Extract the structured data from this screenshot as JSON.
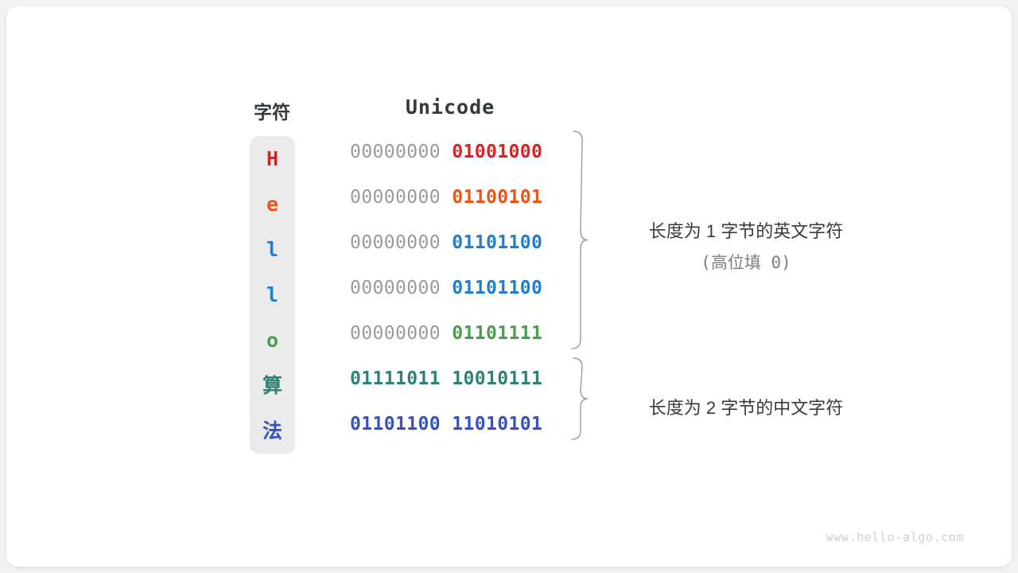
{
  "headers": {
    "char": "字符",
    "unicode": "Unicode"
  },
  "colors": {
    "page_background": "#f2f2f2",
    "card_background": "#ffffff",
    "char_column_background": "#ebebeb",
    "padding_byte": "#9a9a9a",
    "brace": "#9a9a9a",
    "annotation_primary": "#3a3a3a",
    "annotation_secondary": "#7d7d7d",
    "watermark": "#cfcfcf",
    "header_text": "#36393c"
  },
  "rows": [
    {
      "char": "H",
      "hi_byte": "00000000",
      "lo_byte": "01001000",
      "color": "#e02020",
      "hi_is_padding": true
    },
    {
      "char": "e",
      "hi_byte": "00000000",
      "lo_byte": "01100101",
      "color": "#ec5418",
      "hi_is_padding": true
    },
    {
      "char": "l",
      "hi_byte": "00000000",
      "lo_byte": "01101100",
      "color": "#1c7fd4",
      "hi_is_padding": true
    },
    {
      "char": "l",
      "hi_byte": "00000000",
      "lo_byte": "01101100",
      "color": "#1c7fd4",
      "hi_is_padding": true
    },
    {
      "char": "o",
      "hi_byte": "00000000",
      "lo_byte": "01101111",
      "color": "#499d4c",
      "hi_is_padding": true
    },
    {
      "char": "算",
      "hi_byte": "01111011",
      "lo_byte": "10010111",
      "color": "#2e8175",
      "hi_is_padding": false
    },
    {
      "char": "法",
      "hi_byte": "01101100",
      "lo_byte": "11010101",
      "color": "#3650c8",
      "hi_is_padding": false
    }
  ],
  "annotations": [
    {
      "line1": "长度为 1 字节的英文字符",
      "line2": "(高位填 0)",
      "brace_rows": [
        0,
        4
      ]
    },
    {
      "line1": "长度为 2 字节的中文字符",
      "line2": "",
      "brace_rows": [
        5,
        6
      ]
    }
  ],
  "watermark": "www.hello-algo.com"
}
